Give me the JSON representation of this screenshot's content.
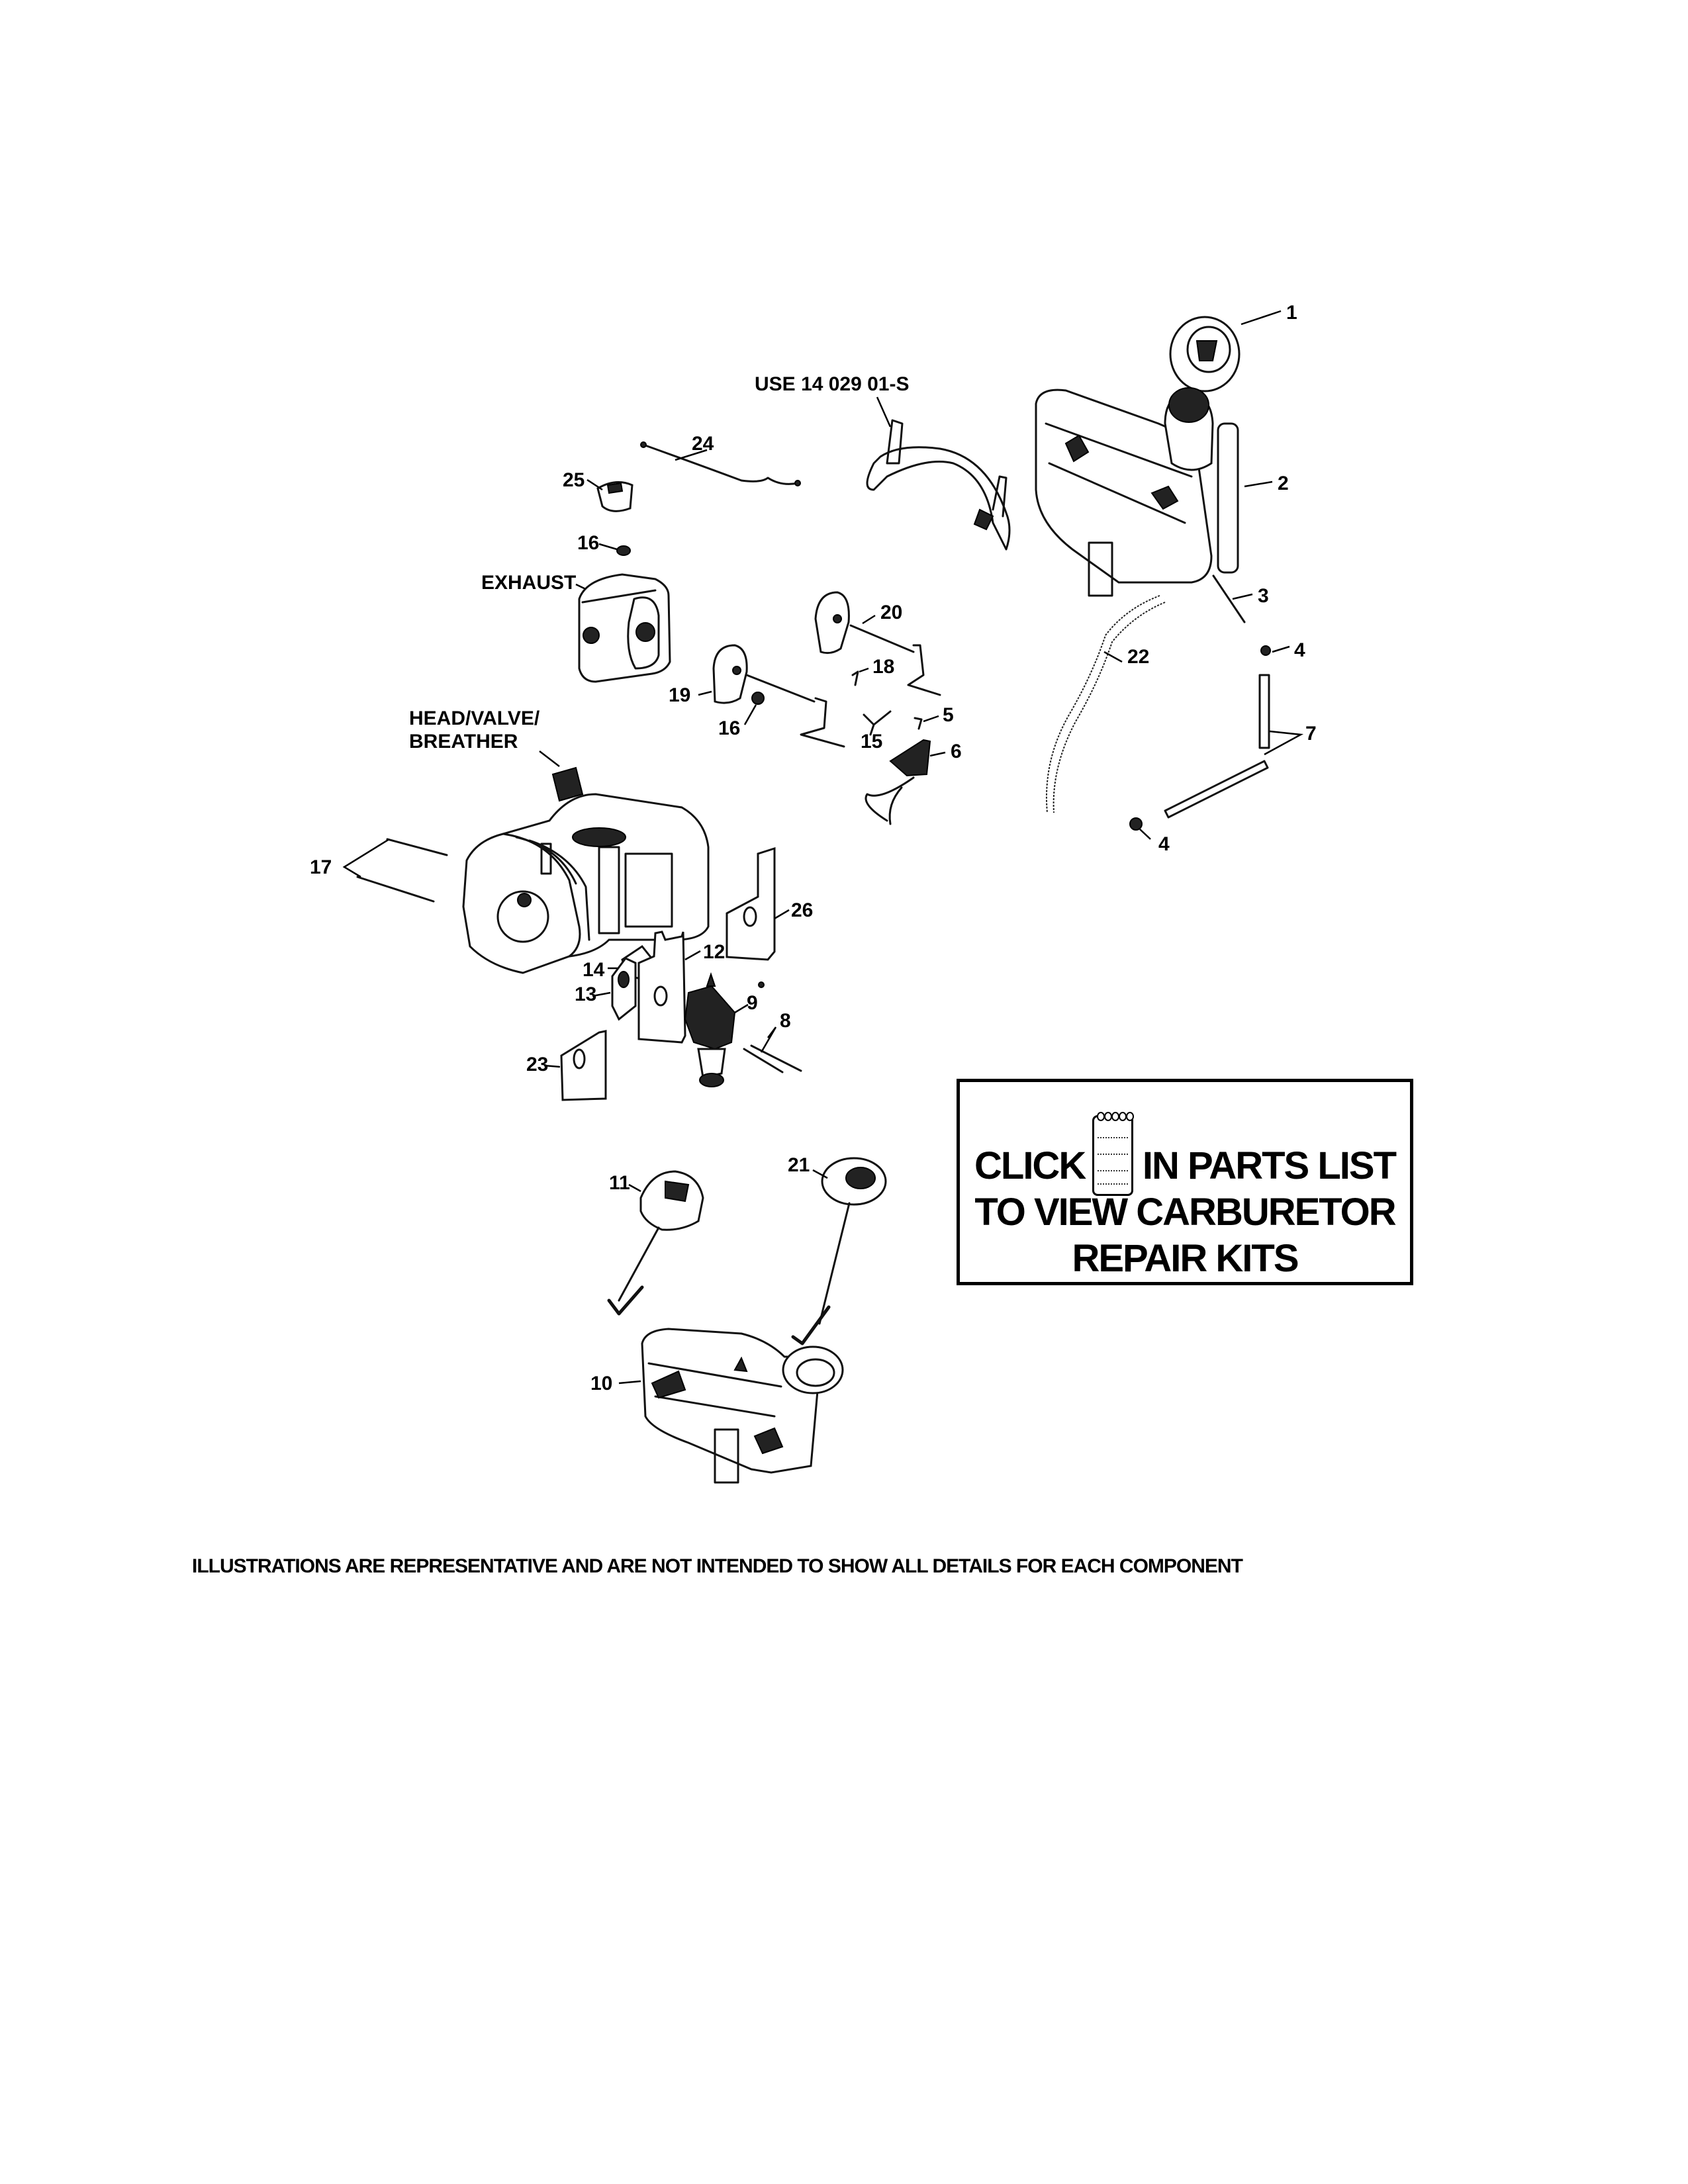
{
  "document": {
    "type": "exploded-parts-diagram",
    "annotations": {
      "use_note": "USE 14 029 01-S",
      "exhaust": "EXHAUST",
      "head_valve_line1": "HEAD/VALVE/",
      "head_valve_line2": "BREATHER"
    },
    "callouts": {
      "c1": "1",
      "c2": "2",
      "c3": "3",
      "c4a": "4",
      "c4b": "4",
      "c5": "5",
      "c6": "6",
      "c7": "7",
      "c8": "8",
      "c9": "9",
      "c10": "10",
      "c11": "11",
      "c12": "12",
      "c13": "13",
      "c14": "14",
      "c15": "15",
      "c16a": "16",
      "c16b": "16",
      "c17": "17",
      "c18": "18",
      "c19": "19",
      "c20": "20",
      "c21": "21",
      "c22": "22",
      "c23": "23",
      "c24": "24",
      "c25": "25",
      "c26": "26"
    },
    "carb_note": {
      "word_click": "CLICK",
      "word_parts_list": "IN PARTS LIST",
      "line2": "TO VIEW CARBURETOR",
      "line3": "REPAIR KITS",
      "icon": "notebook-icon"
    },
    "footer": "ILLUSTRATIONS ARE REPRESENTATIVE AND ARE NOT INTENDED TO SHOW ALL DETAILS FOR EACH COMPONENT"
  }
}
